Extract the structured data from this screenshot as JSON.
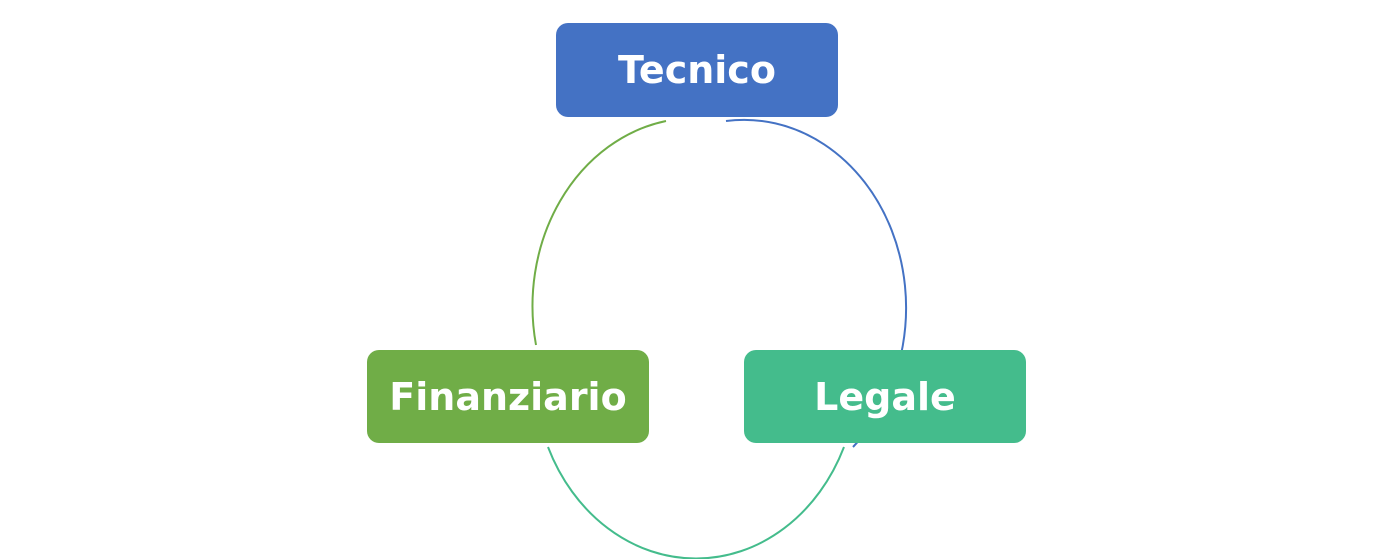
{
  "diagram": {
    "type": "cycle",
    "nodes": [
      {
        "id": "tecnico",
        "label": "Tecnico",
        "color": "#4472C4"
      },
      {
        "id": "legale",
        "label": "Legale",
        "color": "#44BC8C"
      },
      {
        "id": "finanziario",
        "label": "Finanziario",
        "color": "#70AD47"
      }
    ],
    "arcs": [
      {
        "from": "tecnico",
        "to": "legale",
        "color": "#4472C4"
      },
      {
        "from": "legale",
        "to": "finanziario",
        "color": "#44BC8C"
      },
      {
        "from": "finanziario",
        "to": "tecnico",
        "color": "#70AD47"
      }
    ]
  }
}
